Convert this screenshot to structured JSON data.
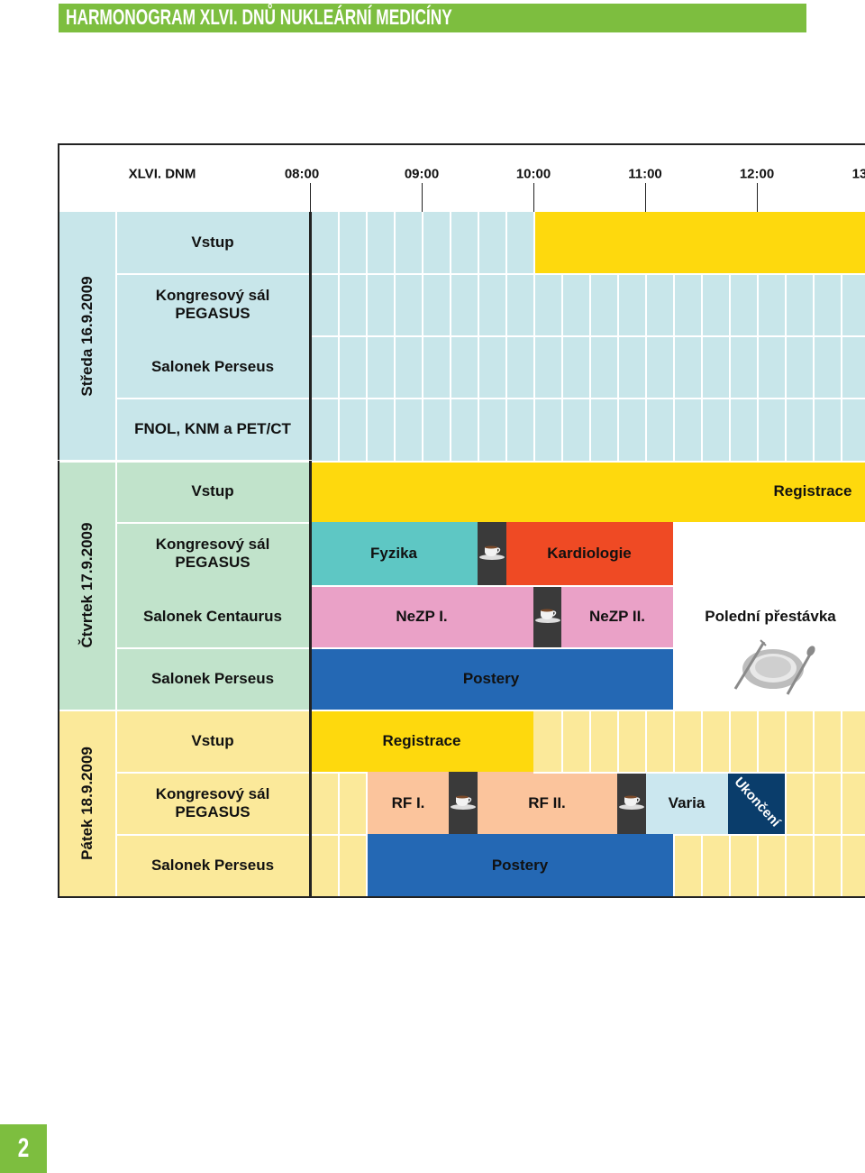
{
  "header": {
    "title": "HARMONOGRAM XLVI. DNŮ NUKLEÁRNÍ MEDICÍNY"
  },
  "timeline": {
    "corner_label": "XLVI. DNM",
    "times": [
      "08:00",
      "09:00",
      "10:00",
      "11:00",
      "12:00",
      "13"
    ]
  },
  "days": [
    {
      "label": "Středa 16.9.2009",
      "color": "#c8e6ea",
      "rooms": [
        "Vstup",
        "Kongresový sál PEGASUS",
        "Salonek Perseus",
        "FNOL, KNM a PET/CT"
      ],
      "color_block": "#fed90d"
    },
    {
      "label": "Čtvrtek 17.9.2009",
      "color": "#c1e3cb",
      "rooms": [
        "Vstup",
        "Kongresový sál PEGASUS",
        "Salonek Centaurus",
        "Salonek Perseus"
      ],
      "events": {
        "registrace": "Registrace",
        "fyzika": "Fyzika",
        "kardiologie": "Kardiologie",
        "nezp1": "NeZP I.",
        "nezp2": "NeZP II.",
        "postery": "Postery",
        "lunch": "Polední přestávka"
      }
    },
    {
      "label": "Pátek 18.9.2009",
      "color": "#fbe99a",
      "rooms": [
        "Vstup",
        "Kongresový sál PEGASUS",
        "Salonek Perseus"
      ],
      "events": {
        "registrace": "Registrace",
        "rf1": "RF I.",
        "rf2": "RF II.",
        "varia": "Varia",
        "ukonceni": "Ukončení",
        "postery": "Postery"
      }
    }
  ],
  "colors": {
    "brand_green": "#7dbe3f",
    "yellow": "#fed90d",
    "teal": "#5ec7c4",
    "orange_red": "#ef4a24",
    "pink": "#eaa1c7",
    "blue": "#2468b4",
    "peach": "#fbc49c",
    "light_blue": "#cbe7ef",
    "navy": "#0a3d6b",
    "dark_gray": "#3a3a3a"
  },
  "icons": [
    "coffee-cup-icon",
    "plate-cutlery-icon"
  ],
  "page_number": "2"
}
